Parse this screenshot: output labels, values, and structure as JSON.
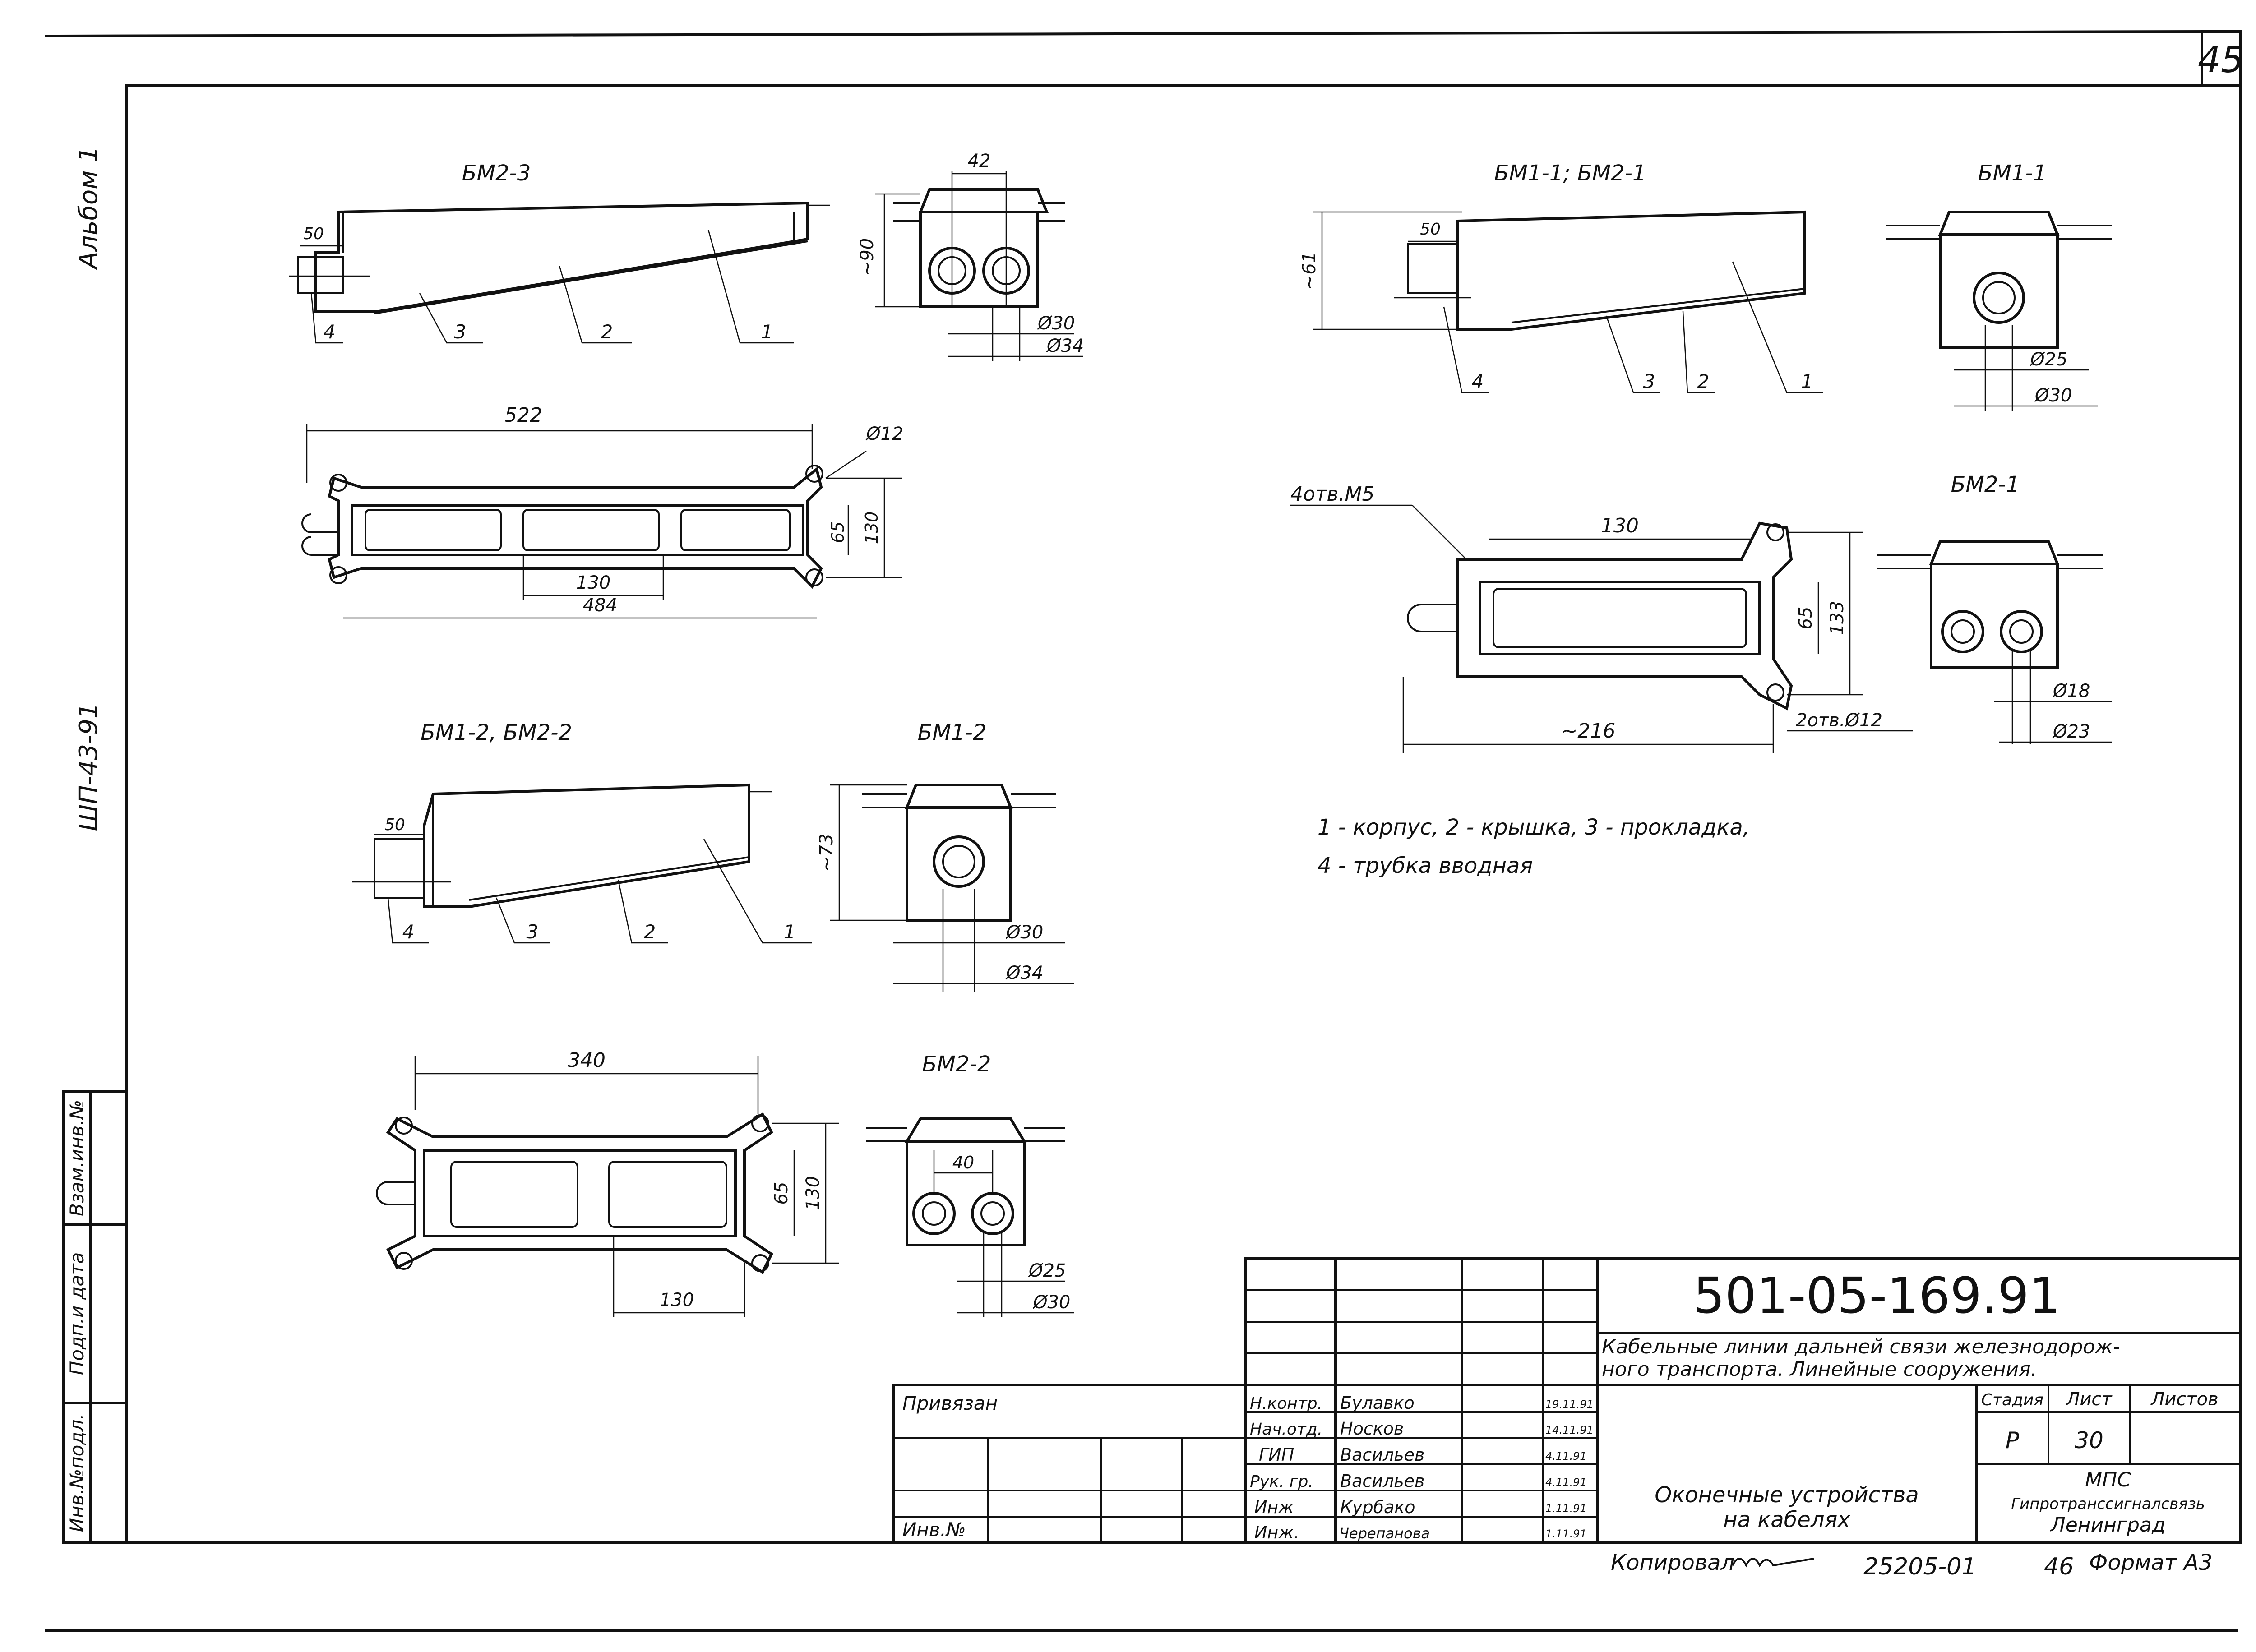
{
  "sheet": {
    "sheet_number": "45",
    "side_labels": [
      "Альбом 1",
      "ШП-43-91"
    ],
    "side_stamp": [
      "Инв.№подл.",
      "Подп.и дата",
      "Взам.инв.№"
    ]
  },
  "views": {
    "bm23_side": {
      "title": "БМ2-3",
      "dim_50": "50",
      "callouts": [
        "4",
        "3",
        "2",
        "1"
      ]
    },
    "bm23_end": {
      "dim_top": "42",
      "dim_height": "~90",
      "dia1": "Ø30",
      "dia2": "Ø34"
    },
    "bm23_plan": {
      "dim_length": "522",
      "dim_hole": "Ø12",
      "dim_65": "65",
      "dim_130": "130",
      "dim_pitch": "130",
      "dim_holes": "484"
    },
    "bm11_side": {
      "title": "БМ1-1; БМ2-1",
      "dim_50": "50",
      "dim_height": "~61",
      "callouts": [
        "4",
        "3",
        "2",
        "1"
      ]
    },
    "bm11_end": {
      "title": "БМ1-1",
      "dia1": "Ø25",
      "dia2": "Ø30"
    },
    "bm21_plan": {
      "holes_note": "4отв.М5",
      "dim_inner": "130",
      "dim_65": "65",
      "dim_133": "133",
      "dim_length": "~216",
      "holes_note2": "2отв.Ø12"
    },
    "bm21_end": {
      "title": "БМ2-1",
      "dia1": "Ø18",
      "dia2": "Ø23"
    },
    "bm12_side": {
      "title": "БМ1-2, БМ2-2",
      "dim_50": "50",
      "callouts": [
        "4",
        "3",
        "2",
        "1"
      ]
    },
    "bm12_end": {
      "title": "БМ1-2",
      "dim_height": "~73",
      "dia1": "Ø30",
      "dia2": "Ø34"
    },
    "bm22_plan": {
      "dim_length": "340",
      "dim_65": "65",
      "dim_130": "130",
      "dim_pitch": "130"
    },
    "bm22_end": {
      "title": "БМ2-2",
      "dim_top": "40",
      "dia1": "Ø25",
      "dia2": "Ø30"
    }
  },
  "legend": {
    "line1": "1 - корпус, 2 - крышка, 3 - прокладка,",
    "line2": "4 - трубка  вводная"
  },
  "title_block": {
    "designation": "501-05-169.91",
    "project_title_1": "Кабельные линии дальней связи железнодорож-",
    "project_title_2": "ного транспорта. Линейные сооружения.",
    "privyazan": "Привязан",
    "inv_no": "Инв.№",
    "staff": [
      {
        "role": "Н.контр.",
        "name": "Булавко",
        "date": "19.11.91"
      },
      {
        "role": "Нач.отд.",
        "name": "Носков",
        "date": "14.11.91"
      },
      {
        "role": "ГИП",
        "name": "Васильев",
        "date": "4.11.91"
      },
      {
        "role": "Рук. гр.",
        "name": "Васильев",
        "date": "4.11.91"
      },
      {
        "role": "Инж",
        "name": "Курбако",
        "date": "1.11.91"
      },
      {
        "role": "Инж.",
        "name": "Черепанова",
        "date": "1.11.91"
      }
    ],
    "sheet_title_1": "Оконечные устройства",
    "sheet_title_2": "на кабелях",
    "stage_header": "Стадия",
    "sheet_header": "Лист",
    "sheets_header": "Листов",
    "stage": "Р",
    "sheet": "30",
    "org1": "МПС",
    "org2": "Гипротранссигналсвязь",
    "org3": "Ленинград",
    "footer_copy": "Копировал",
    "footer_number": "25205-01",
    "footer_page": "46",
    "footer_format": "Формат А3"
  }
}
